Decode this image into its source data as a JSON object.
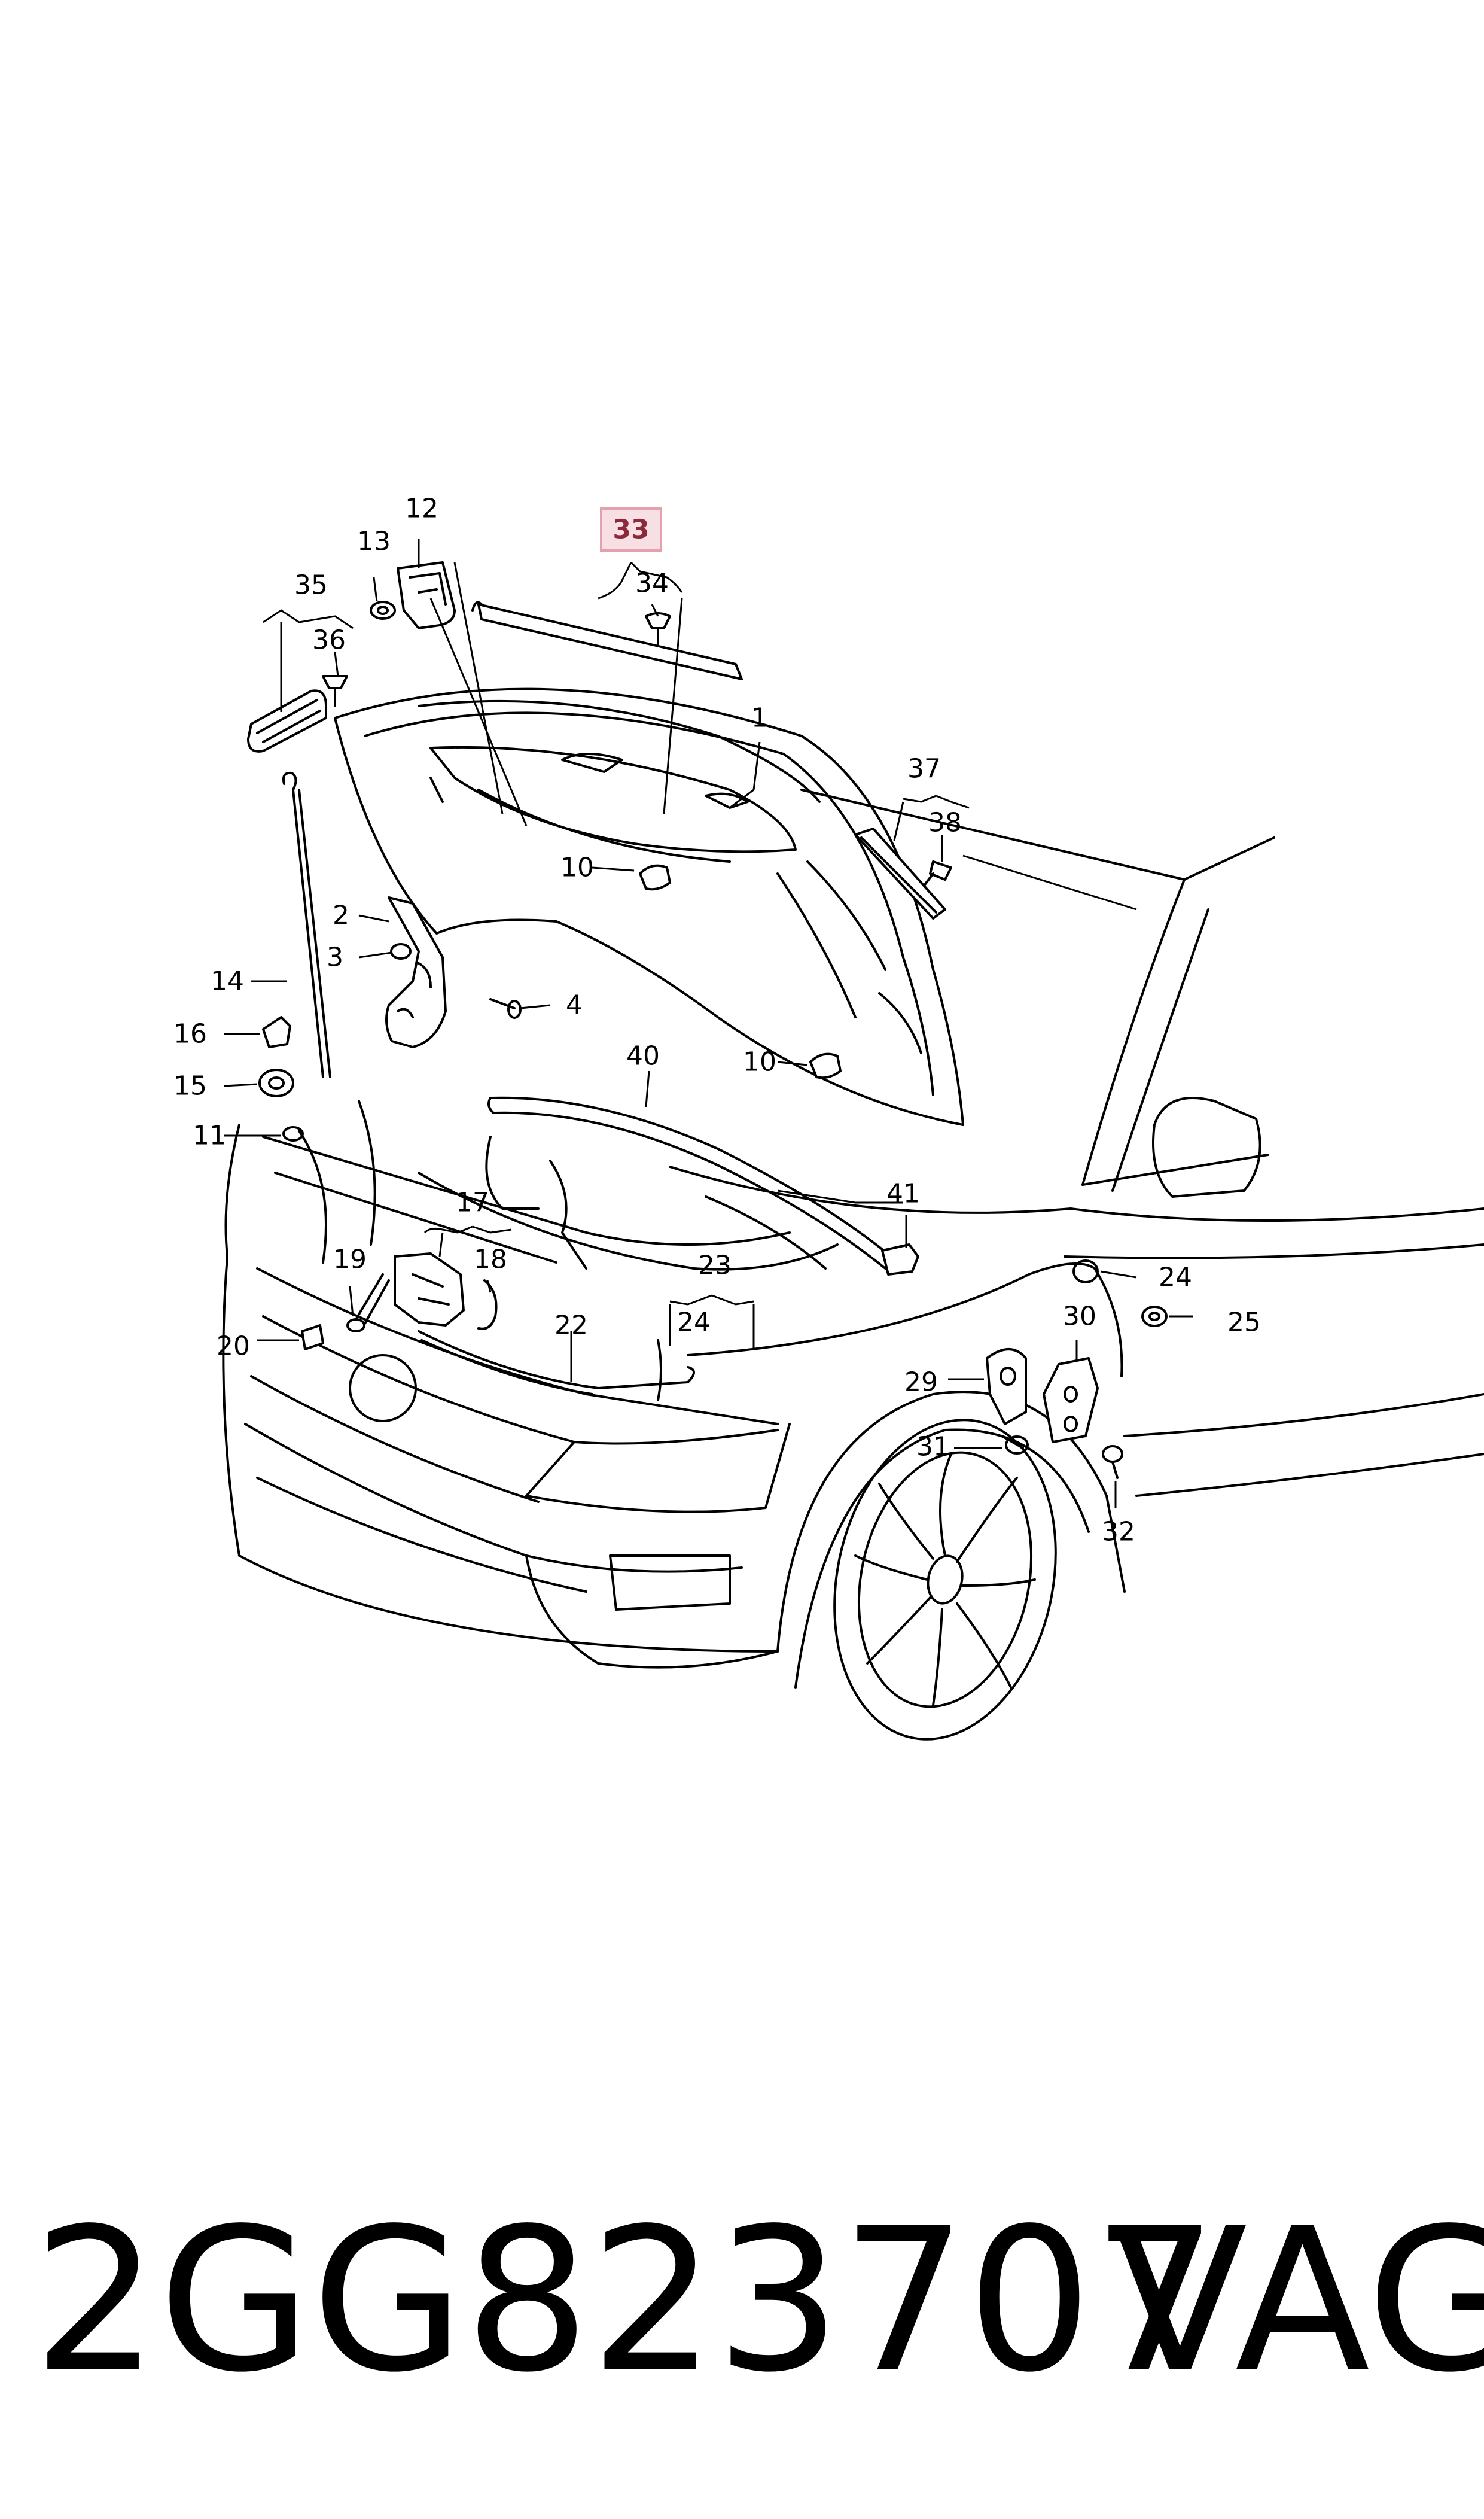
{
  "callouts": {
    "c1": "1",
    "c2": "2",
    "c3": "3",
    "c4": "4",
    "c10a": "10",
    "c10b": "10",
    "c11": "11",
    "c12": "12",
    "c13": "13",
    "c14": "14",
    "c15": "15",
    "c16": "16",
    "c17": "17",
    "c18": "18",
    "c19": "19",
    "c20": "20",
    "c22": "22",
    "c23": "23",
    "c24a": "24",
    "c24b": "24",
    "c25": "25",
    "c29": "29",
    "c30": "30",
    "c31": "31",
    "c32": "32",
    "c33": "33",
    "c34": "34",
    "c35": "35",
    "c36": "36",
    "c37": "37",
    "c38": "38",
    "c40": "40",
    "c41": "41"
  },
  "highlighted_callout": "33",
  "highlight_color": "#e3a1ad",
  "footer": {
    "part_number": "2GG823707",
    "brand": "VAG"
  }
}
